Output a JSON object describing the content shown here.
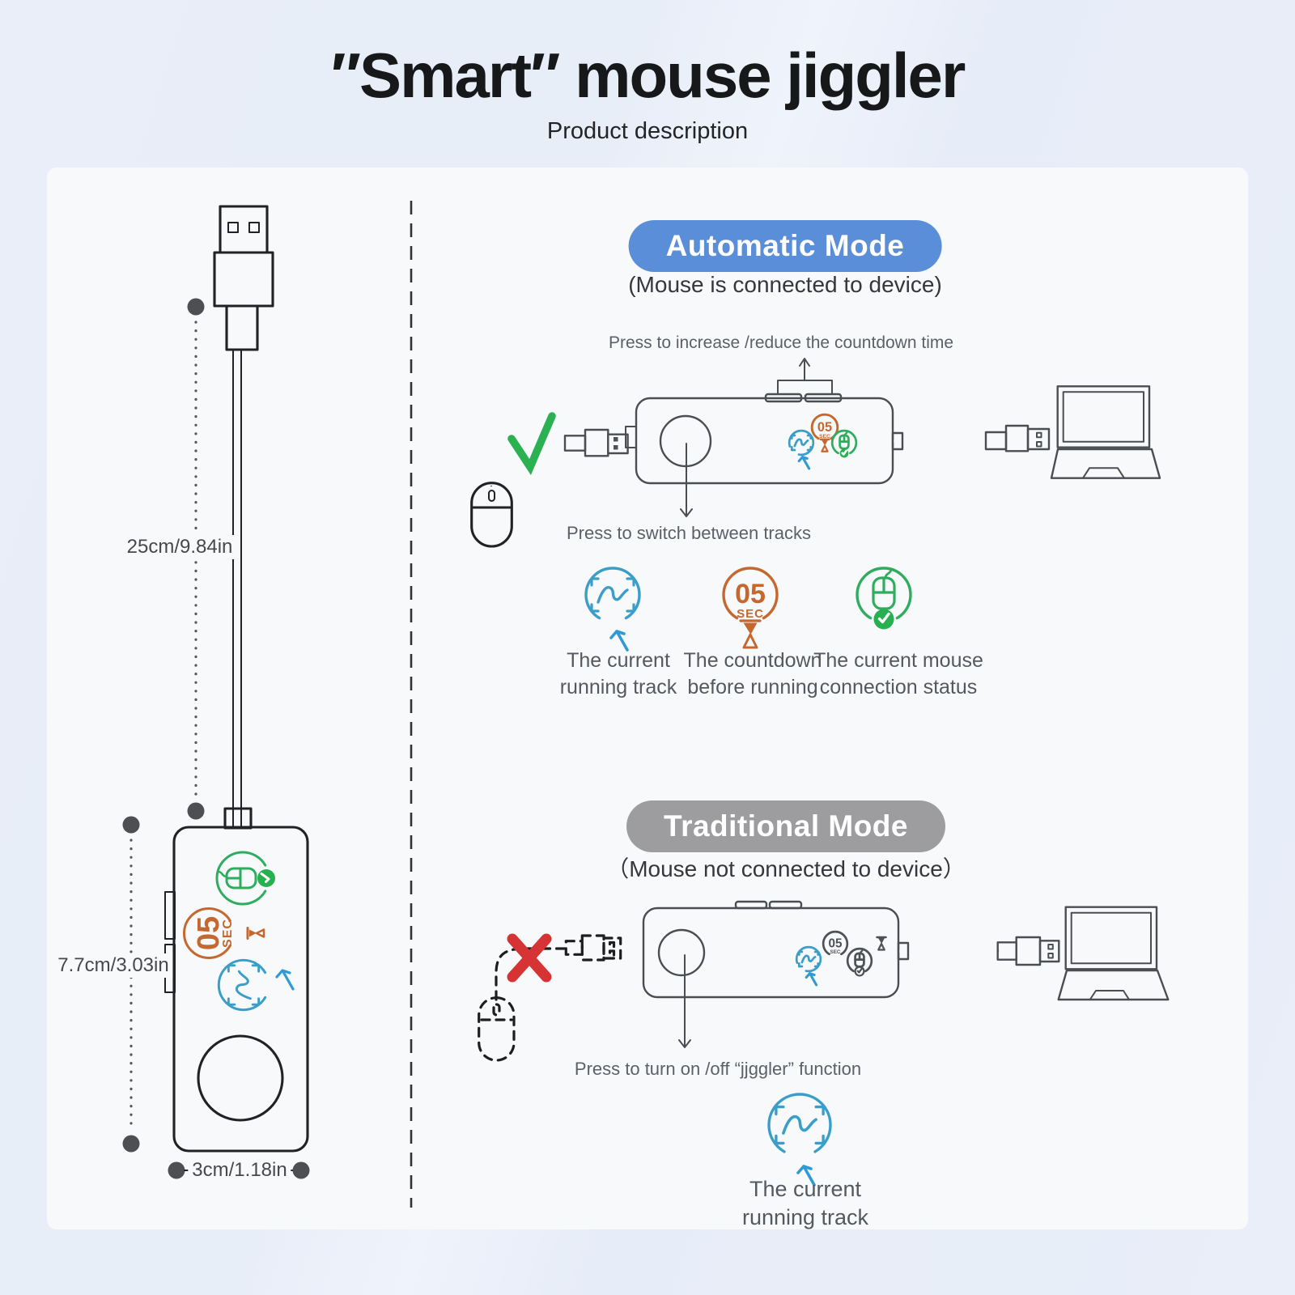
{
  "header": {
    "title": "″Smart″ mouse jiggler",
    "subtitle": "Product description"
  },
  "device": {
    "cable_length": "25cm/9.84in",
    "body_length": "7.7cm/3.03in",
    "body_width": "3cm/1.18in",
    "countdown_value": "05",
    "countdown_unit": "SEC"
  },
  "automatic_mode": {
    "badge": "Automatic Mode",
    "condition": "(Mouse is connected to device)",
    "instruction_buttons": "Press to increase /reduce the countdown time",
    "instruction_main_button": "Press to switch between tracks",
    "features": [
      {
        "icon": "running-track-icon",
        "label": "The current running track"
      },
      {
        "icon": "countdown-icon",
        "label": "The countdown before running"
      },
      {
        "icon": "mouse-connection-icon",
        "label": "The current mouse connection status"
      }
    ]
  },
  "traditional_mode": {
    "badge": "Traditional Mode",
    "condition": "（Mouse not connected to device）",
    "instruction_main_button": "Press to turn on /off “jjggler” function",
    "features": [
      {
        "icon": "running-track-icon",
        "label": "The current running track"
      }
    ]
  },
  "colors": {
    "page-bg": "#e9eef9",
    "panel-bg": "#f8f9fb",
    "pill-blue": "#5b8ed9",
    "pill-gray": "#9d9da0",
    "green": "#2fad5f",
    "green-badge": "#27b04f",
    "orange": "#c4682f",
    "track-blue": "#3b9ec9",
    "cursor-blue": "#2f9ad3",
    "error-red": "#d63434",
    "ink": "#202225",
    "line-gray": "#4a4d52"
  }
}
